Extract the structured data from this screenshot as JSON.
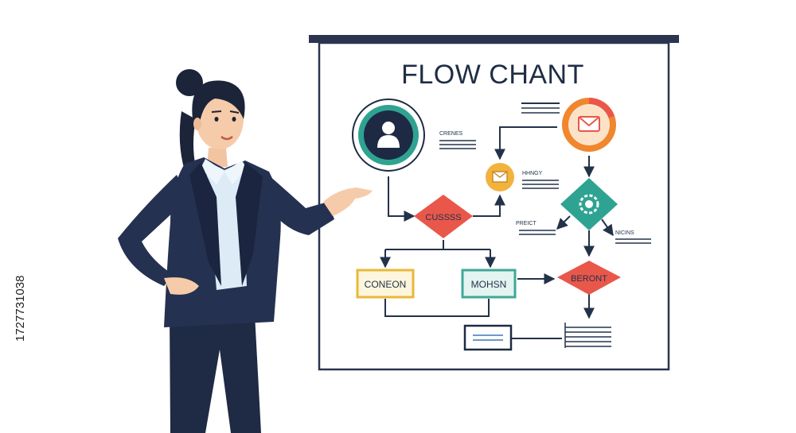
{
  "board": {
    "title": "FLOW CHANT"
  },
  "nodes": {
    "diamond_left": "CUSSSS",
    "diamond_right": "BERONT",
    "box_left": "CONEON",
    "box_mid": "MOHSN"
  },
  "annotations": {
    "crenes": "CRENES",
    "hngy": "HHNGY",
    "preict": "PREICT",
    "nicins": "NICINS"
  },
  "stock_id": "1727731038",
  "colors": {
    "frame": "#2b3550",
    "diamond_red": "#e9574b",
    "diamond_teal": "#2fa391",
    "box_yellow": "#e8b83b",
    "box_teal": "#3fa898",
    "orange_node": "#f0862e",
    "navy": "#1e2a44"
  },
  "icons": [
    "user-icon",
    "envelope-icon",
    "mail-icon",
    "gear-icon"
  ]
}
